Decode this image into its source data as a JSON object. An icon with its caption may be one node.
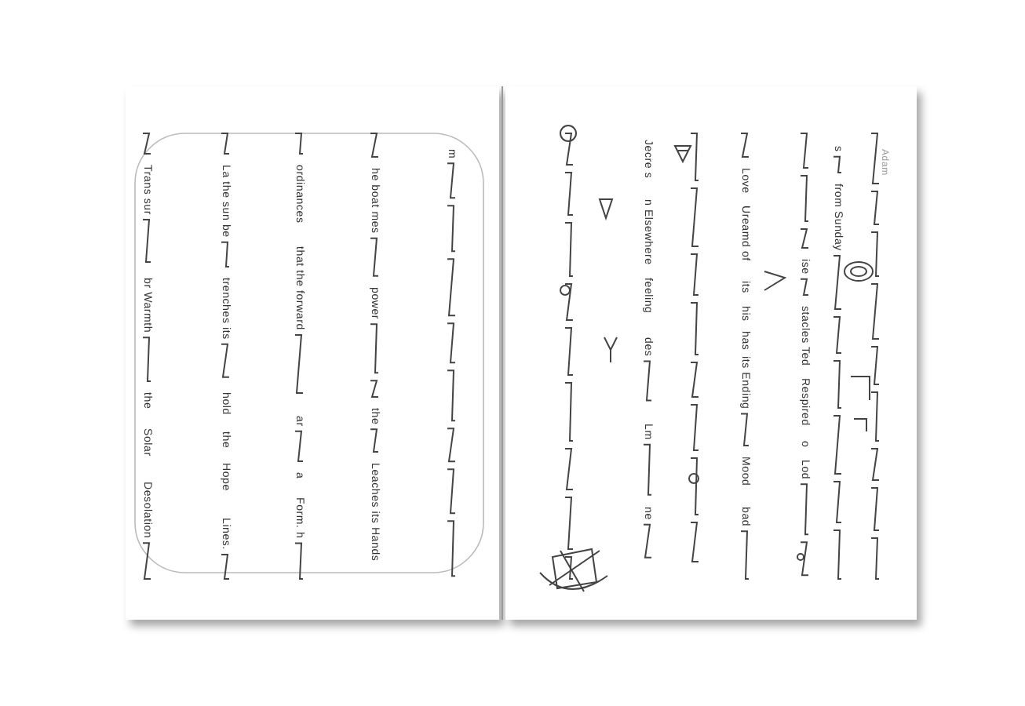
{
  "diagram": {
    "labels": [
      "m",
      "he boat mes",
      "power",
      "the",
      "Leaches its Hands",
      "ordinances",
      "that the forward",
      "ar",
      "a",
      "Form. h",
      "La the sun be",
      "trenches its",
      "hold",
      "the",
      "Hope",
      "Lines.",
      "Trans sur",
      "br Warmth",
      "the",
      "Solar",
      "Desolation",
      "Adam",
      "s",
      "from Sunday",
      "ise",
      "stacles",
      "Ted",
      "Respired",
      "Lod",
      "o",
      "Love",
      "Ureamd of",
      "its",
      "his",
      "has",
      "its Ending",
      "bad",
      "Mood",
      "feeling",
      "n Elsewhere",
      "Jecre s",
      "des",
      "Lm",
      "ne"
    ]
  }
}
